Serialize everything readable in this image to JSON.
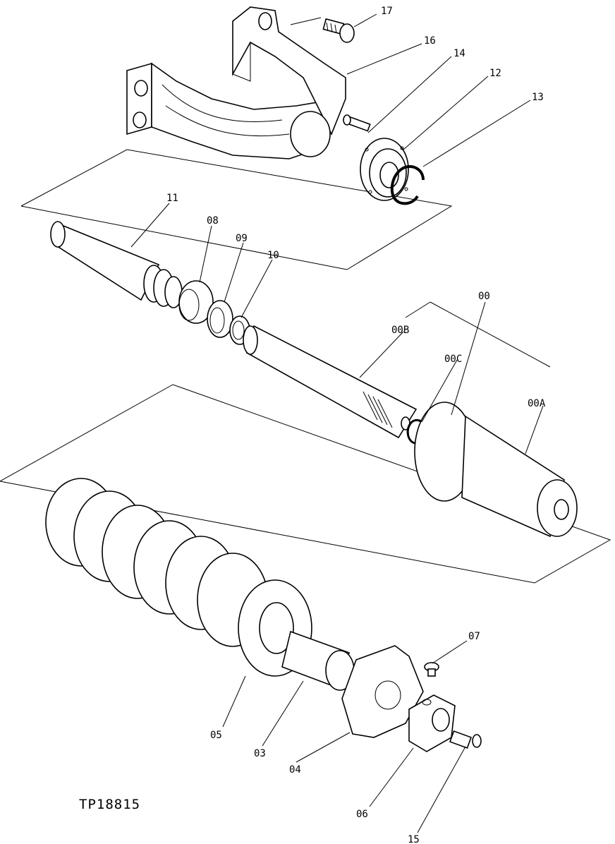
{
  "figure_id": "TP18815",
  "callouts": {
    "p17": "17",
    "p16": "16",
    "p14": "14",
    "p12": "12",
    "p13": "13",
    "p11": "11",
    "p08": "08",
    "p09": "09",
    "p10": "10",
    "p00": "00",
    "p00b": "00B",
    "p00c": "00C",
    "p00a": "00A",
    "p07": "07",
    "p05": "05",
    "p03": "03",
    "p04": "04",
    "p06": "06",
    "p15": "15"
  }
}
